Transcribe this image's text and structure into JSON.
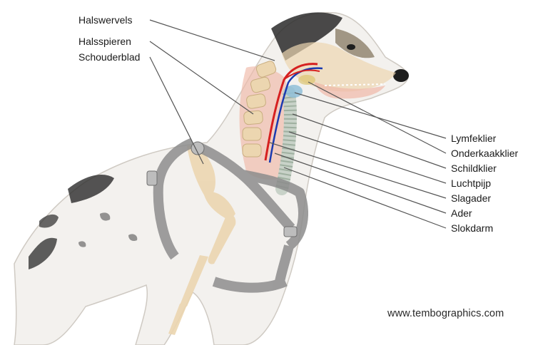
{
  "labels_left": [
    {
      "id": "halswervels",
      "text": "Halswervels"
    },
    {
      "id": "halsspieren",
      "text": "Halsspieren"
    },
    {
      "id": "schouderblad",
      "text": "Schouderblad"
    }
  ],
  "labels_right": [
    {
      "id": "lymfeklier",
      "text": "Lymfeklier"
    },
    {
      "id": "onderkaakklier",
      "text": "Onderkaakklier"
    },
    {
      "id": "schildklier",
      "text": "Schildklier"
    },
    {
      "id": "luchtpijp",
      "text": "Luchtpijp"
    },
    {
      "id": "slagader",
      "text": "Slagader"
    },
    {
      "id": "ader",
      "text": "Ader"
    },
    {
      "id": "slokdarm",
      "text": "Slokdarm"
    }
  ],
  "credit": "www.tembographics.com",
  "colors": {
    "line": "#555555",
    "bone": "#ecd6b0",
    "muscle": "#f0b8a8",
    "artery": "#d62020",
    "vein": "#1a3ab0",
    "harness": "#8d8d8d",
    "fur_spot": "#2a2a2a"
  }
}
